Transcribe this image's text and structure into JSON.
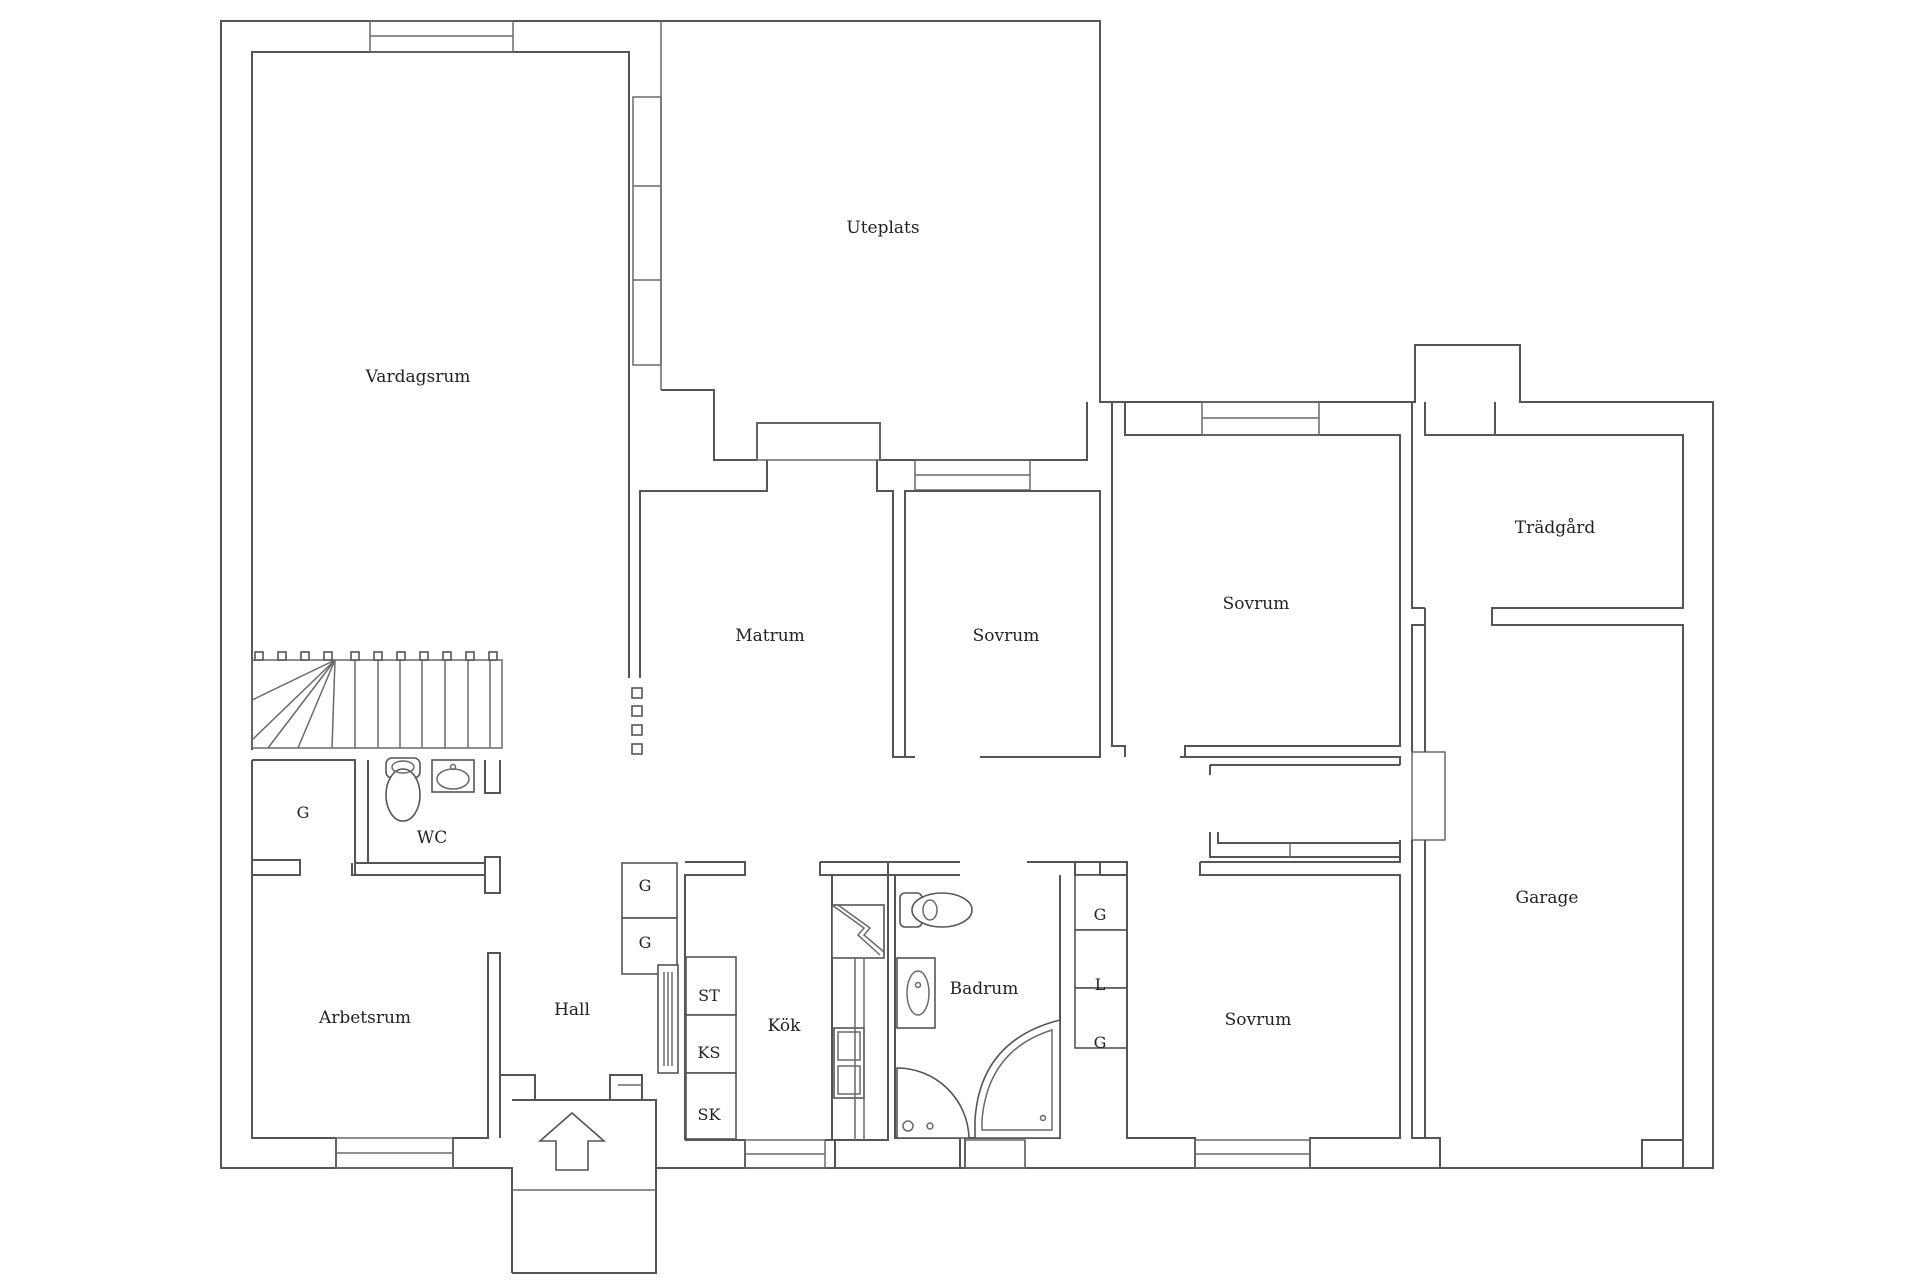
{
  "rooms": {
    "uteplats": "Uteplats",
    "vardagsrum": "Vardagsrum",
    "matrum": "Matrum",
    "sovrum_1": "Sovrum",
    "sovrum_2": "Sovrum",
    "sovrum_3": "Sovrum",
    "tradgard": "Trädgård",
    "garage": "Garage",
    "wc": "WC",
    "arbetsrum": "Arbetsrum",
    "hall": "Hall",
    "kok": "Kök",
    "badrum": "Badrum"
  },
  "storage_labels": {
    "g_wc": "G",
    "g_hall_1": "G",
    "g_hall_2": "G",
    "kitchen_st": "ST",
    "kitchen_ks": "KS",
    "kitchen_sk": "SK",
    "bath_g_1": "G",
    "bath_l": "L",
    "bath_g_2": "G"
  },
  "colors": {
    "wall": "#555555",
    "background": "#ffffff",
    "text": "#222222"
  }
}
